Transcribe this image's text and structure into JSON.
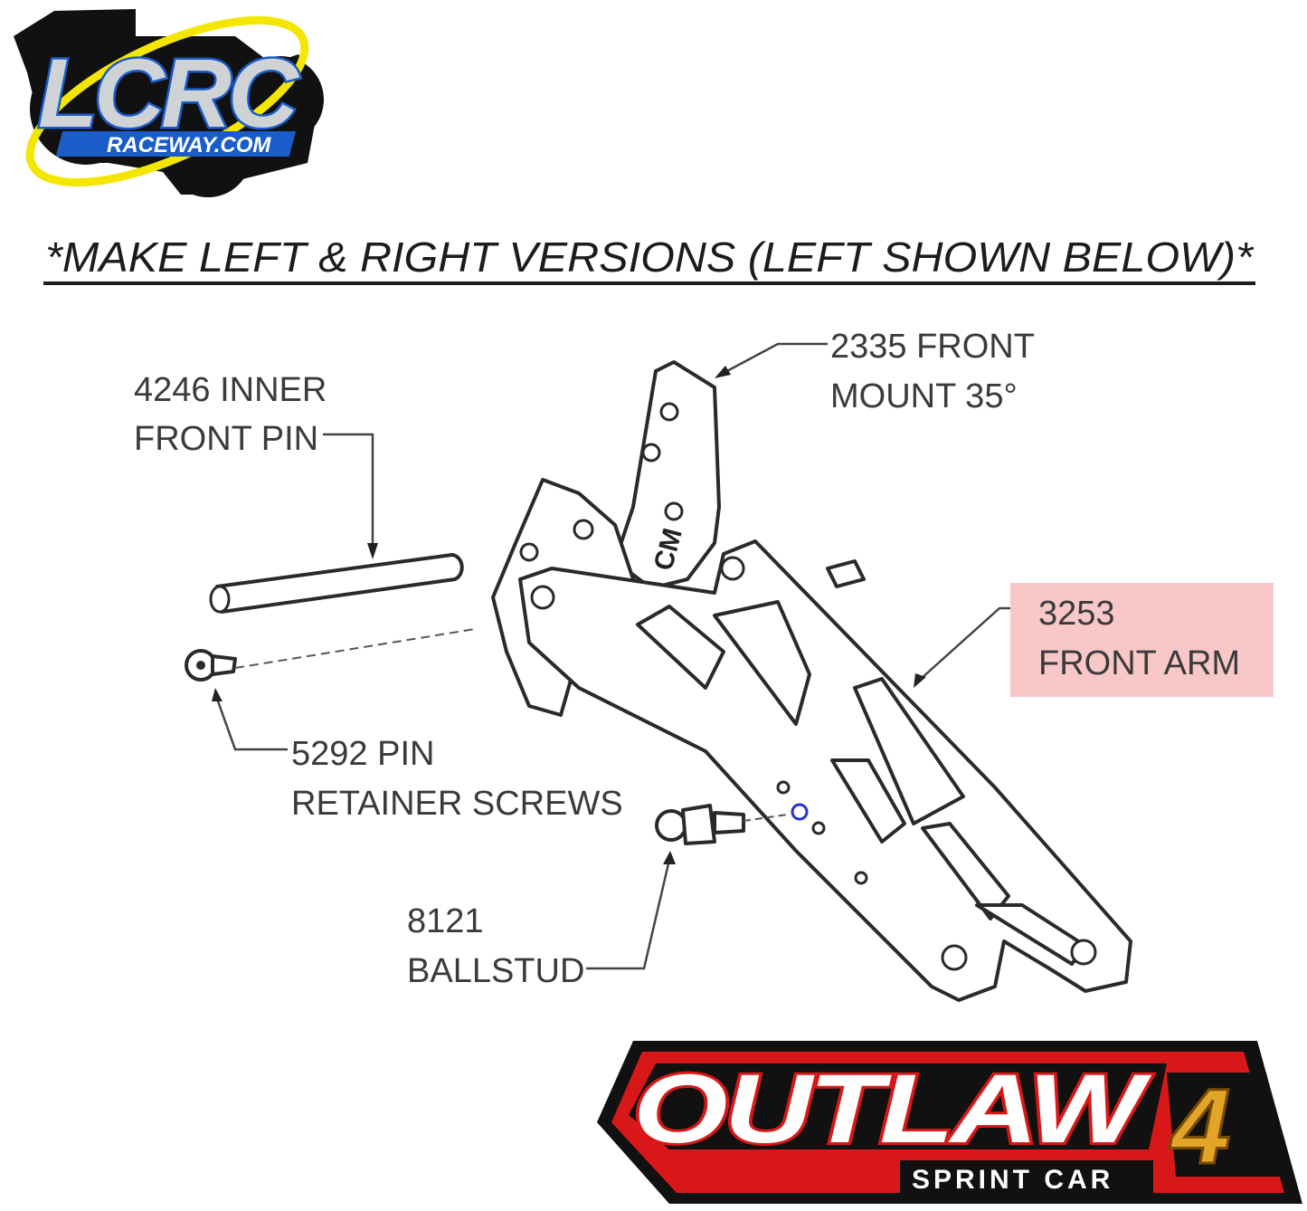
{
  "logo_top": {
    "main": "LCRC",
    "sub": "RACEWAY.COM"
  },
  "header": {
    "title": "*MAKE LEFT & RIGHT VERSIONS (LEFT SHOWN BELOW)*"
  },
  "callouts": {
    "front_mount": {
      "line1": "2335 FRONT",
      "line2": "MOUNT 35°"
    },
    "inner_pin": {
      "line1": "4246 INNER",
      "line2": "FRONT PIN"
    },
    "front_arm": {
      "line1": "3253",
      "line2": "FRONT ARM",
      "highlight_color": "#f8c8c8"
    },
    "pin_screws": {
      "line1": "5292 PIN",
      "line2": "RETAINER SCREWS"
    },
    "ballstud": {
      "line1": "8121",
      "line2": "BALLSTUD"
    }
  },
  "part_marking": "CM",
  "logo_bottom": {
    "main": "OUTLAW",
    "number": "4",
    "sub": "SPRINT CAR",
    "accent": "#e01b1b",
    "gold": "#e2a52a"
  }
}
